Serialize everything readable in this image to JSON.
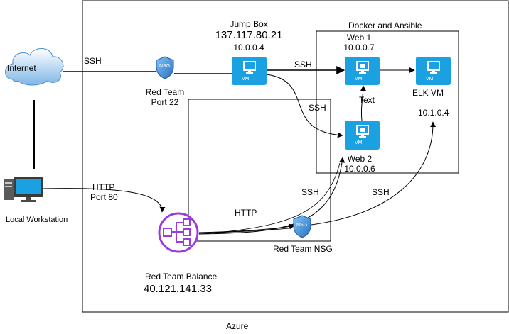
{
  "diagram": {
    "container_label": "Azure",
    "internet": {
      "label": "Internet",
      "conn_label": "SSH"
    },
    "nsg_badge": "NSG",
    "vm_badge": "VM",
    "red_team_nsg_top": {
      "label_line1": "Red Team",
      "label_line2": "Port 22"
    },
    "jump_box": {
      "title": "Jump Box",
      "public_ip": "137.117.80.21",
      "private_ip": "10.0.0.4"
    },
    "docker_box_label": "Docker and Ansible",
    "web1": {
      "title": "Web 1",
      "ip": "10.0.0.7"
    },
    "web2": {
      "title": "Web 2",
      "ip": "10.0.0.6"
    },
    "elk": {
      "title": "ELK VM",
      "ip": "10.1.0.4"
    },
    "edge_labels": {
      "ssh_jump_web1": "SSH",
      "ssh_jump_web2": "SSH",
      "text_label": "Text",
      "ssh_nsg_web2": "SSH",
      "ssh_nsg_elk": "SSH",
      "http_lb_nsg": "HTTP"
    },
    "workstation": {
      "label": "Local Workstation",
      "conn_label_line1": "HTTP",
      "conn_label_line2": "Port 80"
    },
    "load_balancer": {
      "title": "Red Team Balance",
      "ip": "40.121.141.33"
    },
    "red_team_nsg_bottom": {
      "label": "Red Team NSG"
    },
    "colors": {
      "azure_vm": "#1ba1e2",
      "nsg_shield": "#2b7cd3",
      "load_balancer": "#9b3ce0",
      "line": "#000000"
    }
  }
}
